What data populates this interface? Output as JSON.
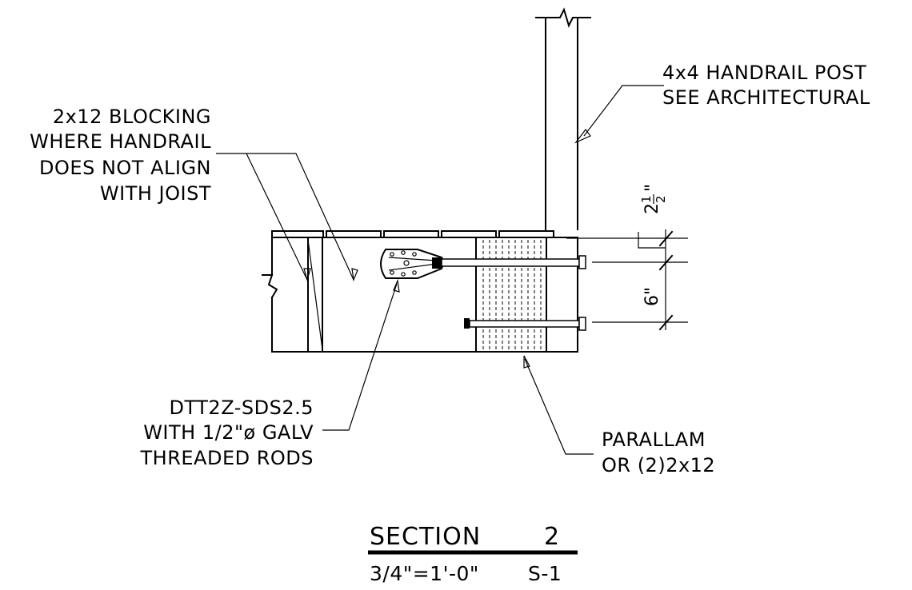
{
  "labels": {
    "post_line1": "4x4 HANDRAIL POST",
    "post_line2": "SEE ARCHITECTURAL",
    "blocking_line1": "2x12 BLOCKING",
    "blocking_line2": "WHERE HANDRAIL",
    "blocking_line3": "DOES NOT ALIGN",
    "blocking_line4": "WITH JOIST",
    "tie_line1": "DTT2Z-SDS2.5",
    "tie_line2": "WITH 1/2\"ø GALV",
    "tie_line3": "THREADED RODS",
    "beam_line1": "PARALLAM",
    "beam_line2": "OR (2)2x12"
  },
  "dimensions": {
    "upper_whole": "2",
    "upper_fraction_num": "1",
    "upper_fraction_den": "2",
    "upper_inch": "\"",
    "lower": "6\""
  },
  "title_block": {
    "section": "SECTION",
    "number": "2",
    "scale": "3/4\"=1'-0\"",
    "sheet": "S-1"
  }
}
